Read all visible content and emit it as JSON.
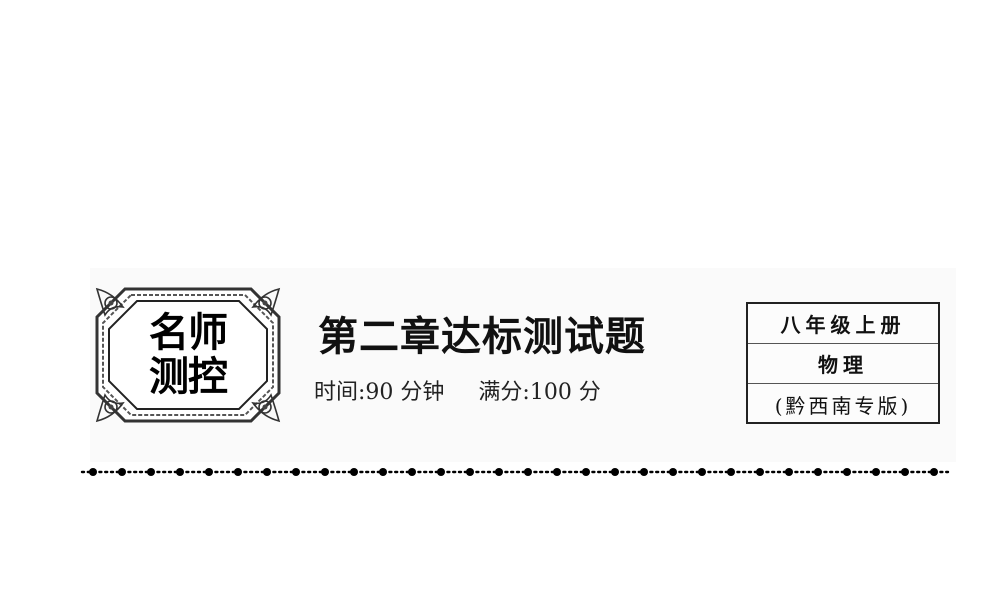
{
  "badge": {
    "line1": "名师",
    "line2": "测控"
  },
  "header": {
    "title": "第二章达标测试题",
    "time_label": "时间:90 分钟",
    "score_label": "满分:100 分"
  },
  "info_box": {
    "grade": "八年级上册",
    "subject": "物理",
    "edition": "(黔西南专版)"
  },
  "colors": {
    "text": "#111111",
    "panel_bg": "#fafafa",
    "border": "#222222"
  }
}
